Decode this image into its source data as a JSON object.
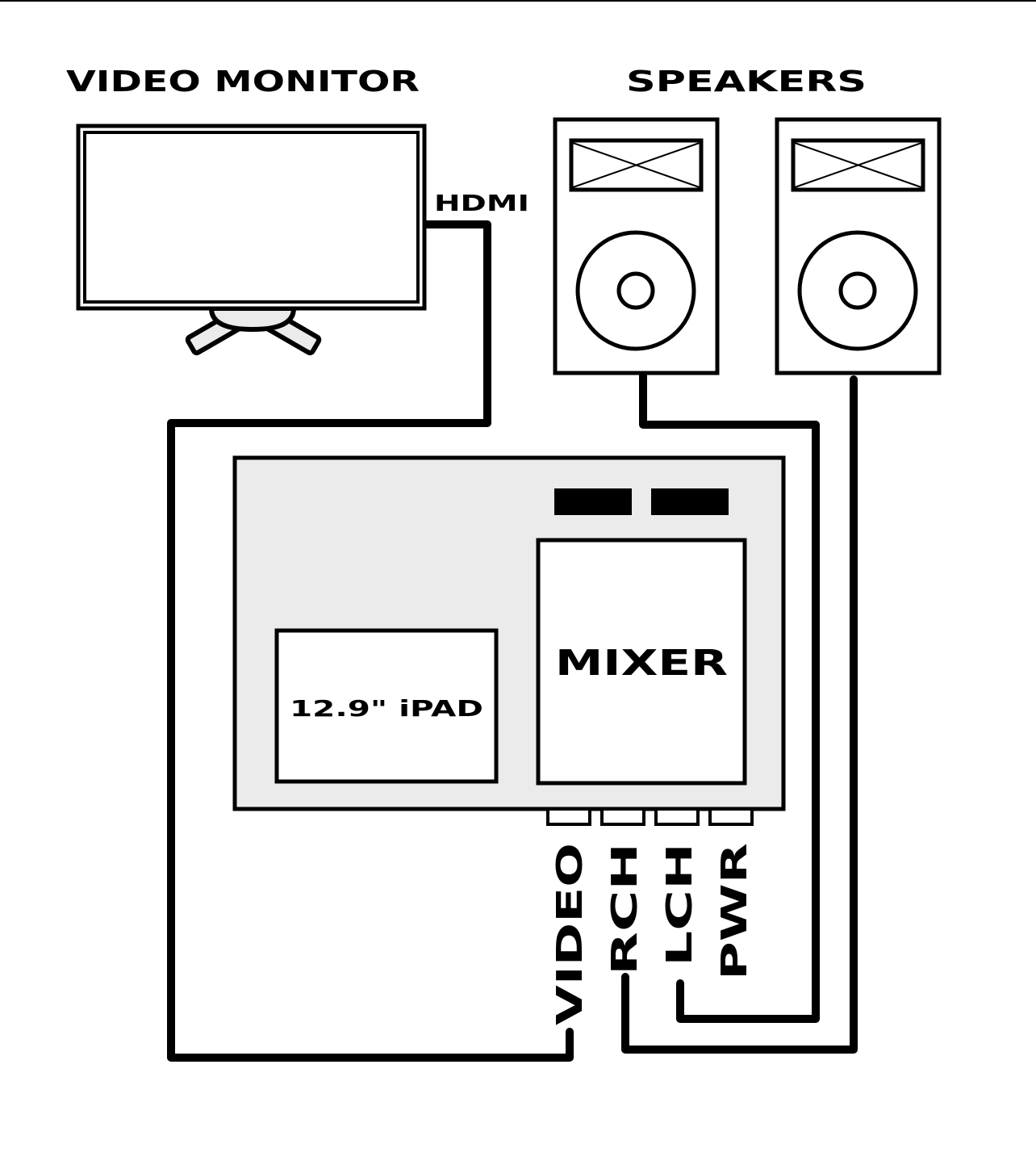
{
  "title": "A/V Setup Wiring Diagram",
  "colors": {
    "stroke": "#000000",
    "background": "#ffffff",
    "panel_fill": "#ebebeb",
    "screen_fill": "#ffffff"
  },
  "labels": {
    "video_monitor": "VIDEO MONITOR",
    "speakers": "SPEAKERS",
    "hdmi": "HDMI",
    "ipad": "12.9\" iPAD",
    "mixer": "MIXER"
  },
  "ports": [
    {
      "id": "video",
      "label": "VIDEO",
      "connects_to": "video_monitor"
    },
    {
      "id": "rch",
      "label": "RCH",
      "connects_to": "speaker_right"
    },
    {
      "id": "lch",
      "label": "LCH",
      "connects_to": "speaker_left"
    },
    {
      "id": "pwr",
      "label": "PWR",
      "connects_to": null
    }
  ],
  "devices": [
    {
      "id": "video_monitor",
      "name": "Video Monitor"
    },
    {
      "id": "speaker_left",
      "name": "Left Speaker"
    },
    {
      "id": "speaker_right",
      "name": "Right Speaker"
    },
    {
      "id": "console",
      "name": "Console Panel"
    },
    {
      "id": "ipad",
      "name": "12.9\" iPad"
    },
    {
      "id": "mixer",
      "name": "Mixer"
    }
  ],
  "connections": [
    {
      "from": "video_monitor",
      "to": "video",
      "type": "HDMI"
    },
    {
      "from": "speaker_left",
      "to": "lch",
      "type": "audio"
    },
    {
      "from": "speaker_right",
      "to": "rch",
      "type": "audio"
    }
  ]
}
